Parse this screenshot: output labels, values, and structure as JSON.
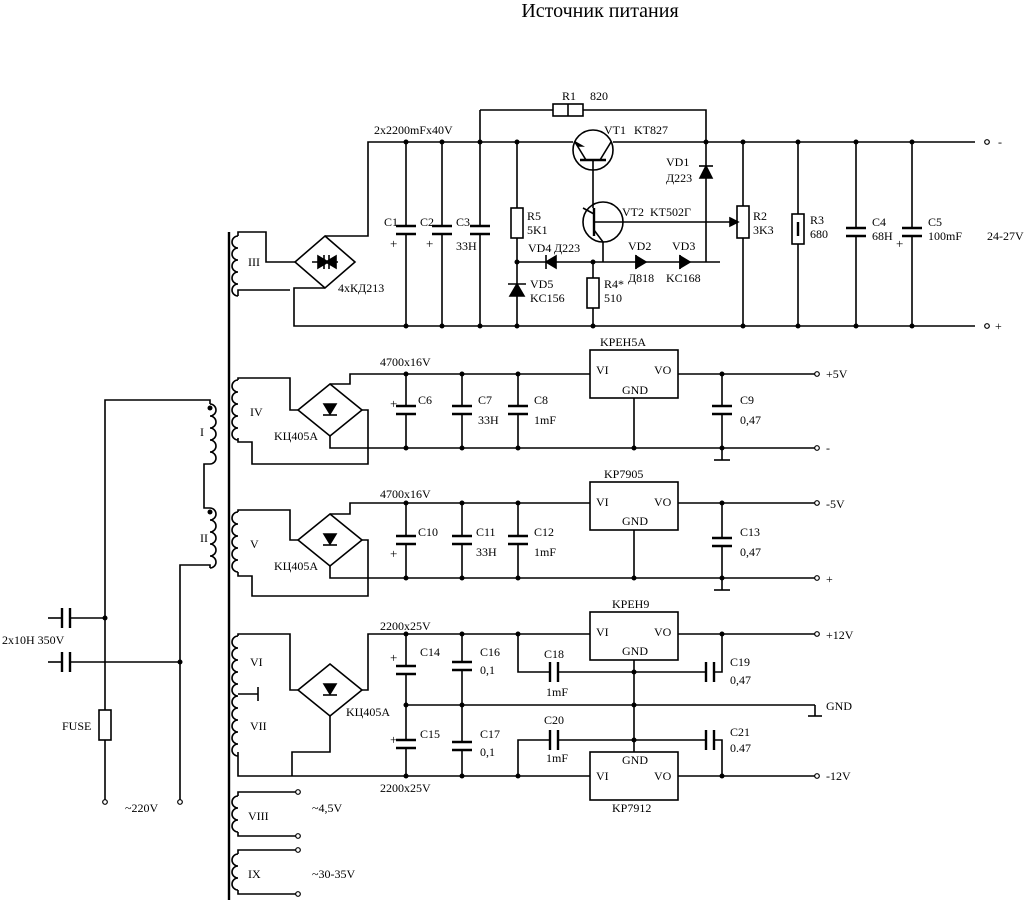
{
  "title": "Источник питания",
  "transformer": {
    "windings": [
      "I",
      "II",
      "III",
      "IV",
      "V",
      "VI",
      "VII",
      "VIII",
      "IX"
    ],
    "outputs": {
      "viii": "~4,5V",
      "ix": "~30-35V"
    }
  },
  "mains": {
    "input": "~220V",
    "fuse": "FUSE",
    "caps": "2x10H 350V"
  },
  "regulator_24v": {
    "bridge": "4xКД213",
    "cap_note": "2x2200mFx40V",
    "c1": "C1",
    "c2": "C2",
    "c3": "C3",
    "c3_val": "33H",
    "r1": "R1",
    "r1_val": "820",
    "vt1": "VT1",
    "vt1_val": "KT827",
    "vt2": "VT2",
    "vt2_val": "KT502Г",
    "vd1": "VD1",
    "vd1_val": "Д223",
    "r5": "R5",
    "r5_val": "5K1",
    "vd4": "VD4",
    "vd4_val": "Д223",
    "vd5": "VD5",
    "vd5_val": "KC156",
    "r4": "R4*",
    "r4_val": "510",
    "vd2": "VD2",
    "vd2_val": "Д818",
    "vd3": "VD3",
    "vd3_val": "KC168",
    "r2": "R2",
    "r2_val": "3K3",
    "r3": "R3",
    "r3_val": "680",
    "c4": "C4",
    "c4_val": "68H",
    "c5": "C5",
    "c5_val": "100mF",
    "out_label": "24-27V",
    "minus": "-",
    "plus": "+"
  },
  "reg_5v": {
    "ic": "KPEH5A",
    "vi": "VI",
    "vo": "VO",
    "gnd": "GND",
    "bridge": "KЦ405A",
    "cap_note": "4700x16V",
    "c6": "C6",
    "c7": "C7",
    "c7_val": "33H",
    "c8": "C8",
    "c8_val": "1mF",
    "c9": "C9",
    "c9_val": "0,47",
    "out": "+5V",
    "minus": "-"
  },
  "reg_m5v": {
    "ic": "KP7905",
    "vi": "VI",
    "vo": "VO",
    "gnd": "GND",
    "bridge": "KЦ405A",
    "cap_note": "4700x16V",
    "c10": "C10",
    "c11": "C11",
    "c11_val": "33H",
    "c12": "C12",
    "c12_val": "1mF",
    "c13": "C13",
    "c13_val": "0,47",
    "out": "-5V",
    "plus": "+"
  },
  "reg_12v": {
    "ic_pos": "KPEH9",
    "ic_neg": "KP7912",
    "vi": "VI",
    "vo": "VO",
    "gnd": "GND",
    "bridge": "KЦ405A",
    "cap_top": "2200x25V",
    "cap_bottom": "2200x25V",
    "c14": "C14",
    "c15": "C15",
    "c16": "C16",
    "c16_val": "0,1",
    "c17": "C17",
    "c17_val": "0,1",
    "c18": "C18",
    "c18_val": "1mF",
    "c20": "C20",
    "c20_val": "1mF",
    "c19": "C19",
    "c19_val": "0,47",
    "c21": "C21",
    "c21_val": "0.47",
    "out_pos": "+12V",
    "out_gnd": "GND",
    "out_neg": "-12V"
  }
}
